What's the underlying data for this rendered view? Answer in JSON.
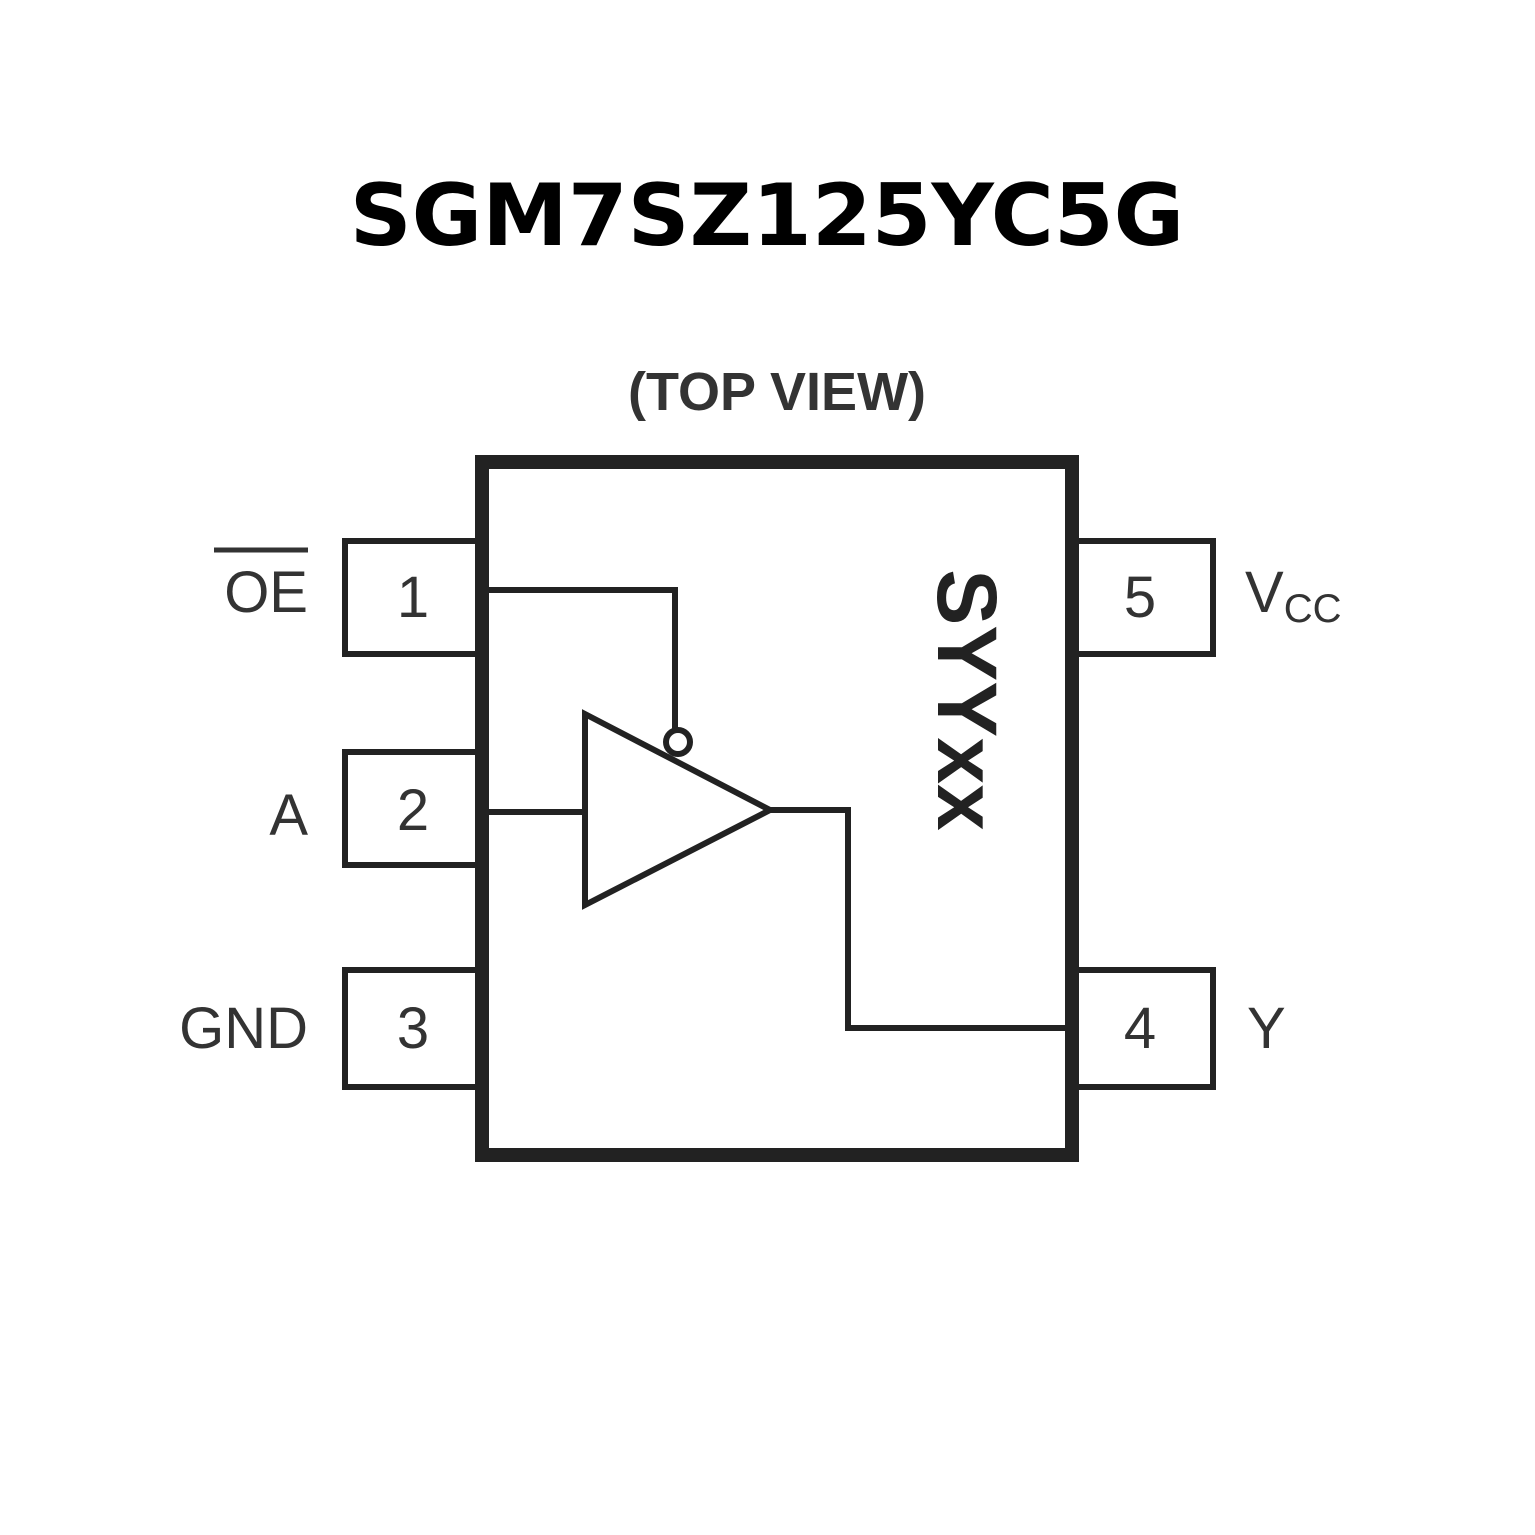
{
  "title": "SGM7SZ125YC5G",
  "view_label": "(TOP VIEW)",
  "marking": "SYYxx",
  "pins": {
    "p1": {
      "number": "1",
      "name": "OE"
    },
    "p2": {
      "number": "2",
      "name": "A"
    },
    "p3": {
      "number": "3",
      "name": "GND"
    },
    "p4": {
      "number": "4",
      "name": "Y"
    },
    "p5": {
      "number": "5",
      "name": "V",
      "subscript": "CC"
    }
  },
  "colors": {
    "line": "#222222",
    "text": "#333333"
  }
}
